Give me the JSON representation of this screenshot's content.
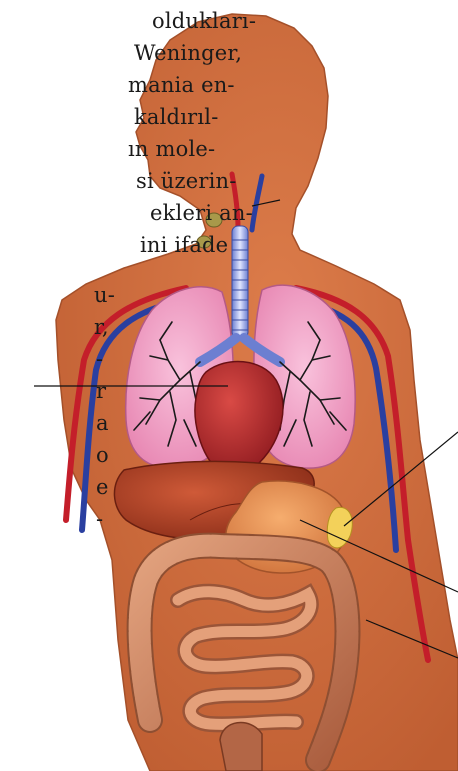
{
  "text_lines_top": [
    "oldukları-",
    "Weninger,",
    "mania en-",
    "kaldırıl-",
    "ın mole-",
    "si üzerin-",
    "ekleri an-",
    "ini ifade"
  ],
  "text_lines_bottom": [
    "u-",
    "r,",
    "-",
    "r",
    "a",
    "o",
    "e",
    "-"
  ],
  "colors": {
    "skin": "#d2703f",
    "skin_edge": "#a4502a",
    "lung": "#f4a6c8",
    "bronchi": "#1a1a1a",
    "heart": "#b4232b",
    "liver": "#a93a22",
    "stomach": "#e48a4d",
    "intestine": "#c77856",
    "artery": "#c41e2a",
    "vein": "#2a3fa0",
    "gallbladder": "#f3d15a"
  }
}
